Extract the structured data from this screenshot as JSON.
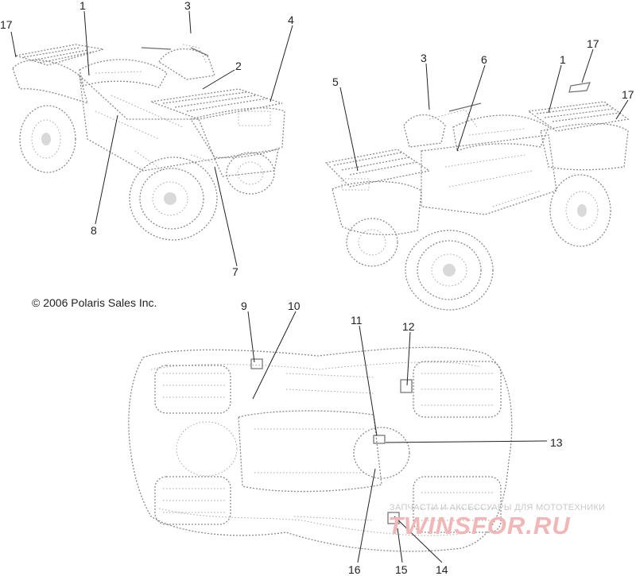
{
  "copyright": "© 2006 Polaris Sales Inc.",
  "watermark": {
    "text": "ЗАПЧАСТИ И АКСЕССУАРЫ ДЛЯ МОТОТЕХНИКИ",
    "brand": "TWINSFOR.RU"
  },
  "callouts": {
    "c1a": "1",
    "c2": "2",
    "c3a": "3",
    "c4": "4",
    "c17a": "17",
    "c8": "8",
    "c7": "7",
    "c3b": "3",
    "c6": "6",
    "c1b": "1",
    "c17b": "17",
    "c17c": "17",
    "c5": "5",
    "c9": "9",
    "c10": "10",
    "c11": "11",
    "c12": "12",
    "c13": "13",
    "c16": "16",
    "c15": "15",
    "c14": "14"
  }
}
